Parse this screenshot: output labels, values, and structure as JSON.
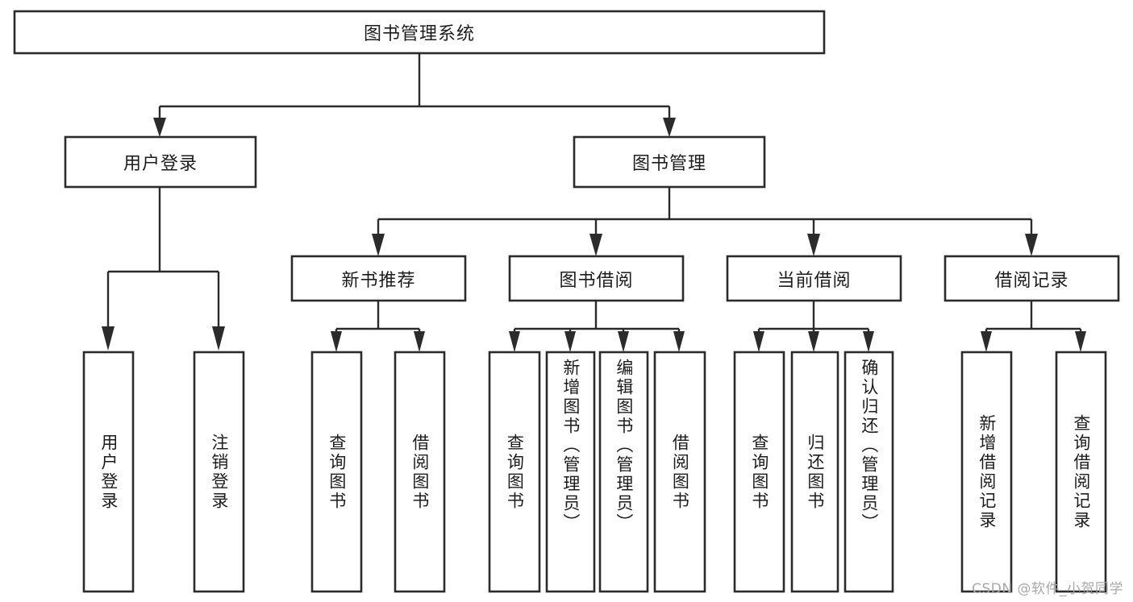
{
  "diagram": {
    "type": "tree-hierarchy",
    "title": "图书管理系统",
    "orientation": "top-down",
    "colors": {
      "box_stroke": "#2b2b2b",
      "box_fill": "#ffffff",
      "connector": "#2b2b2b",
      "text": "#1c1c1c",
      "watermark": "#a8a8a8",
      "background": "#ffffff"
    },
    "root": {
      "label": "图书管理系统",
      "text_direction": "horizontal"
    },
    "level2": [
      {
        "label": "用户登录",
        "text_direction": "horizontal"
      },
      {
        "label": "图书管理",
        "text_direction": "horizontal"
      }
    ],
    "level3": [
      {
        "label": "新书推荐",
        "text_direction": "horizontal"
      },
      {
        "label": "图书借阅",
        "text_direction": "horizontal"
      },
      {
        "label": "当前借阅",
        "text_direction": "horizontal"
      },
      {
        "label": "借阅记录",
        "text_direction": "horizontal"
      }
    ],
    "leaves_user_login": [
      {
        "label": "用户登录",
        "text_direction": "vertical"
      },
      {
        "label": "注销登录",
        "text_direction": "vertical"
      }
    ],
    "leaves_new_book": [
      {
        "label": "查询图书",
        "text_direction": "vertical"
      },
      {
        "label": "借阅图书",
        "text_direction": "vertical"
      }
    ],
    "leaves_borrow": [
      {
        "label": "查询图书",
        "text_direction": "vertical"
      },
      {
        "label": "新增图书（管理员）",
        "text_direction": "vertical"
      },
      {
        "label": "编辑图书（管理员）",
        "text_direction": "vertical"
      },
      {
        "label": "借阅图书",
        "text_direction": "vertical"
      }
    ],
    "leaves_current": [
      {
        "label": "查询图书",
        "text_direction": "vertical"
      },
      {
        "label": "归还图书",
        "text_direction": "vertical"
      },
      {
        "label": "确认归还（管理员）",
        "text_direction": "vertical"
      }
    ],
    "leaves_record": [
      {
        "label": "新增借阅记录",
        "text_direction": "vertical"
      },
      {
        "label": "查询借阅记录",
        "text_direction": "vertical"
      }
    ],
    "edges": [
      {
        "from": "图书管理系统",
        "to": "用户登录"
      },
      {
        "from": "图书管理系统",
        "to": "图书管理"
      },
      {
        "from": "用户登录",
        "to": "用户登录"
      },
      {
        "from": "用户登录",
        "to": "注销登录"
      },
      {
        "from": "图书管理",
        "to": "新书推荐"
      },
      {
        "from": "图书管理",
        "to": "图书借阅"
      },
      {
        "from": "图书管理",
        "to": "当前借阅"
      },
      {
        "from": "图书管理",
        "to": "借阅记录"
      },
      {
        "from": "新书推荐",
        "to": "查询图书"
      },
      {
        "from": "新书推荐",
        "to": "借阅图书"
      },
      {
        "from": "图书借阅",
        "to": "查询图书"
      },
      {
        "from": "图书借阅",
        "to": "新增图书（管理员）"
      },
      {
        "from": "图书借阅",
        "to": "编辑图书（管理员）"
      },
      {
        "from": "图书借阅",
        "to": "借阅图书"
      },
      {
        "from": "当前借阅",
        "to": "查询图书"
      },
      {
        "from": "当前借阅",
        "to": "归还图书"
      },
      {
        "from": "当前借阅",
        "to": "确认归还（管理员）"
      },
      {
        "from": "借阅记录",
        "to": "新增借阅记录"
      },
      {
        "from": "借阅记录",
        "to": "查询借阅记录"
      }
    ]
  },
  "watermark": {
    "text": "CSDN @软件_小贺同学"
  }
}
